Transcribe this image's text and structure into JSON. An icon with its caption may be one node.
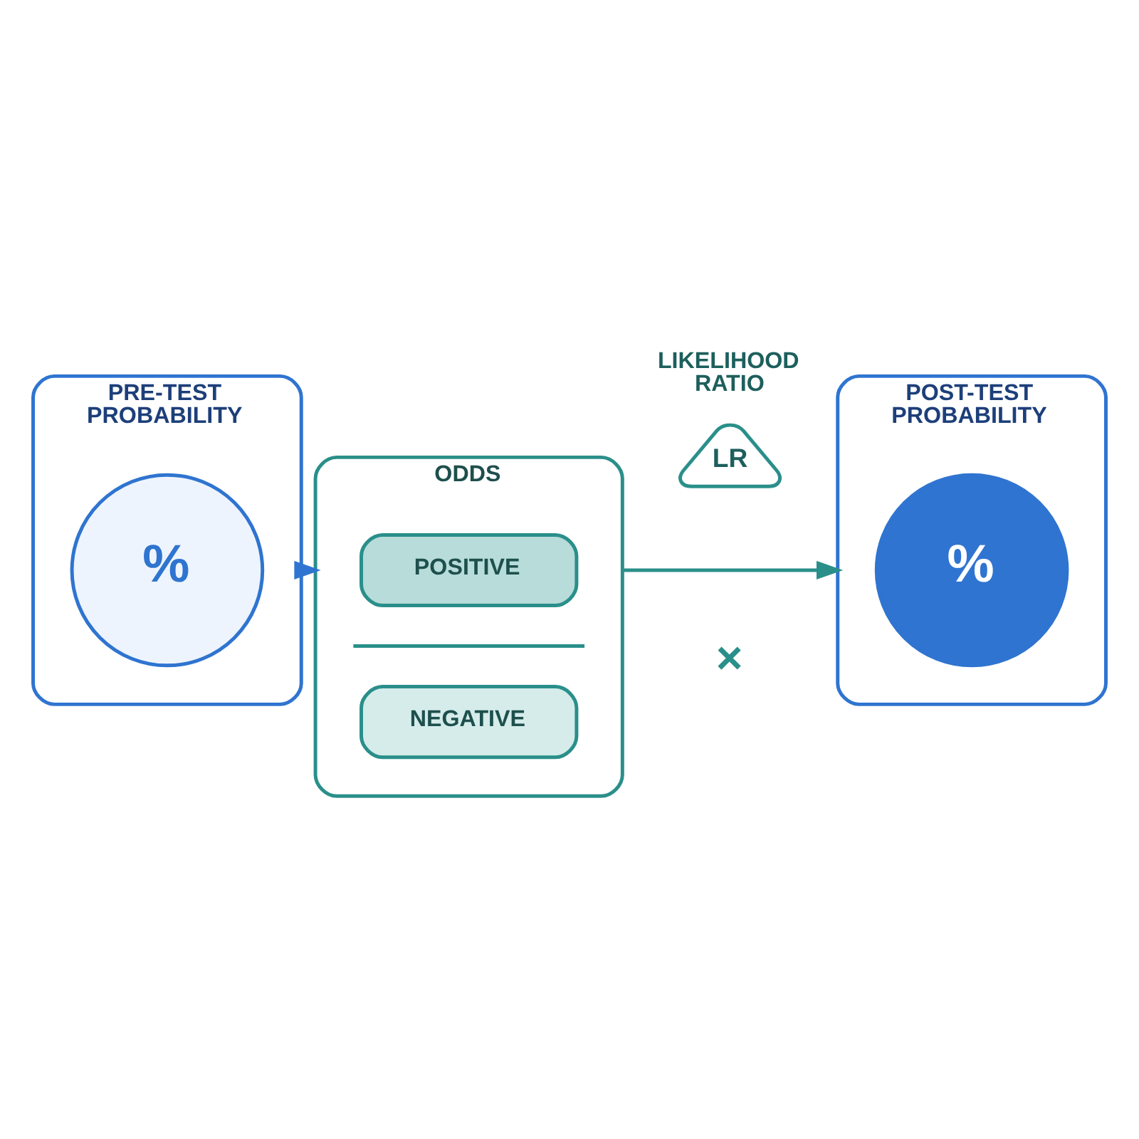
{
  "diagram": {
    "nodes": [
      {
        "text": [
          "PRE-TEST PROBABILITY"
        ]
      },
      {
        "text": [
          "%"
        ],
        "in": 0
      },
      {
        "text": [
          "ODDS"
        ]
      },
      {
        "text": [
          "POSITIVE"
        ],
        "in": 2
      },
      {
        "text": [
          "NEGATIVE"
        ],
        "in": 2
      },
      {
        "text": [
          "LIKELIHOOD RATIO",
          "LR"
        ]
      },
      {
        "text": [
          "POST-TEST PROBABILITY"
        ]
      },
      {
        "text": [
          "%"
        ],
        "in": 6
      }
    ],
    "edges": [
      {
        "from": 0,
        "to": 2,
        "arrow": "to",
        "color": "#2f74d0"
      },
      {
        "from": 2,
        "to": 6,
        "arrow": "to",
        "color": "#2a8f8a"
      }
    ],
    "labels": [
      "×"
    ]
  }
}
